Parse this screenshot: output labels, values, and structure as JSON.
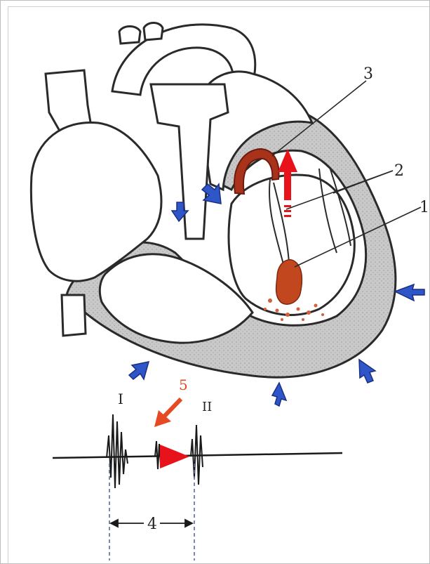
{
  "labels": {
    "l1": "1",
    "l2": "2",
    "l3": "3",
    "l4": "4",
    "l5": "5",
    "sound_I": "I",
    "sound_II": "II"
  },
  "colors": {
    "outline": "#2a2a2a",
    "myocardium": "#c9c9c9",
    "red_arrow": "#e8121a",
    "blue_arrow": "#2f56c8",
    "thrombus": "#c3471e",
    "valve": "#a8321a",
    "label_5": "#e04a20",
    "marker_5": "#e64a24",
    "dashed_line": "#5a6aa0"
  },
  "icons": {
    "pressure_arrow": "blue-arrow-icon",
    "flow_arrow": "red-arrow-icon",
    "interval_pointer": "red-triangle-icon"
  }
}
